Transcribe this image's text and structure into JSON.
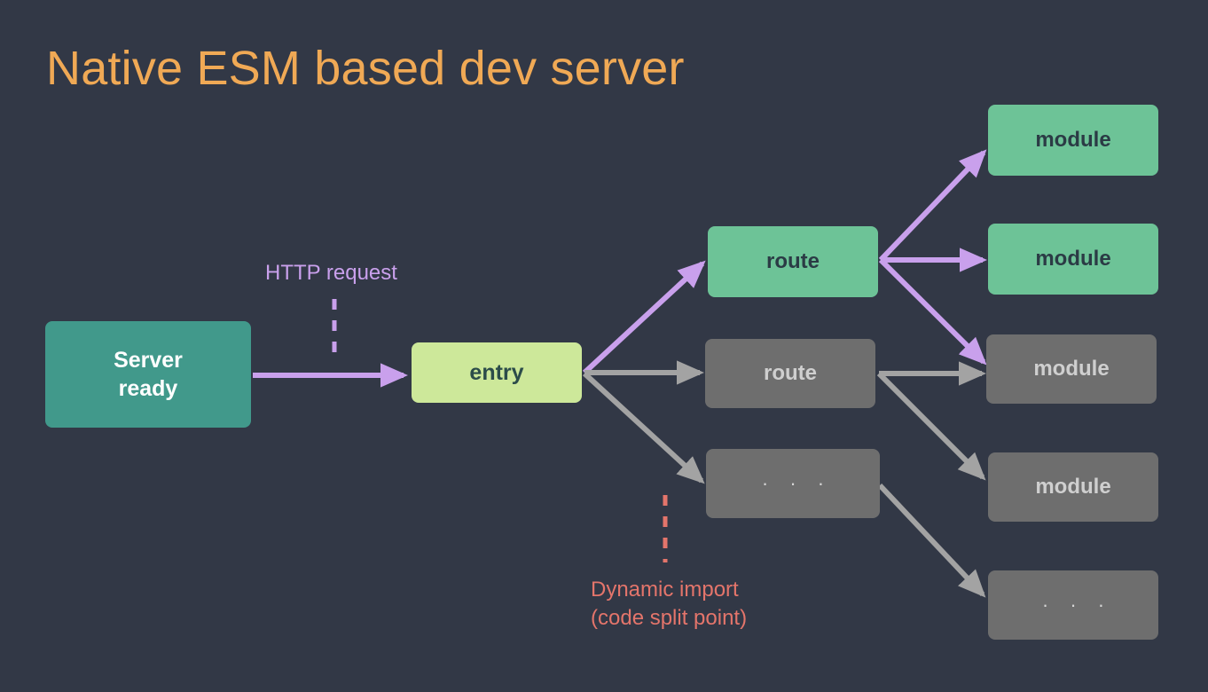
{
  "slide": {
    "title": "Native ESM based dev server",
    "background_color": "#323846",
    "title_color": "#F0A955"
  },
  "palette": {
    "teal": "#41998B",
    "entry_green": "#CDE89A",
    "mint": "#6DC397",
    "gray": "#6E6E6E",
    "purple": "#C9A0EC",
    "gray_arrow": "#A3A3A3",
    "red": "#E4756B",
    "dark_text": "#2B3B45",
    "light_text": "#CFCFCF"
  },
  "nodes": {
    "server": {
      "label": "Server\nready",
      "state": "active"
    },
    "entry": {
      "label": "entry",
      "state": "active"
    },
    "route_active": {
      "label": "route",
      "state": "active"
    },
    "route_inactive": {
      "label": "route",
      "state": "inactive"
    },
    "route_more": {
      "label": "· · ·",
      "state": "inactive"
    },
    "module_1": {
      "label": "module",
      "state": "active"
    },
    "module_2": {
      "label": "module",
      "state": "active"
    },
    "module_3": {
      "label": "module",
      "state": "inactive"
    },
    "module_4": {
      "label": "module",
      "state": "inactive"
    },
    "module_more": {
      "label": "· · ·",
      "state": "inactive"
    }
  },
  "annotations": {
    "http_request": "HTTP request",
    "dynamic_import": "Dynamic import\n(code split point)"
  }
}
